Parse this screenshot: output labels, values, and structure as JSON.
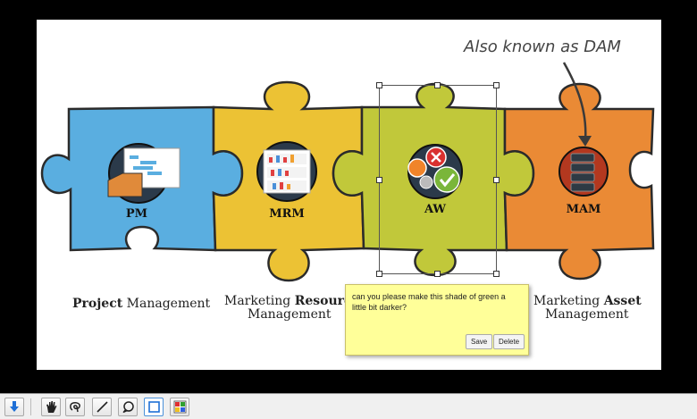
{
  "slide": {
    "annotation_text": "Also known as DAM",
    "pieces": [
      {
        "abbr": "PM",
        "color": "#5aaee0"
      },
      {
        "abbr": "MRM",
        "color": "#ecc234"
      },
      {
        "abbr": "AW",
        "color": "#c1c83a"
      },
      {
        "abbr": "MAM",
        "color": "#ea8a35"
      }
    ],
    "captions": {
      "pm": {
        "bold": "Project",
        "rest": " Management"
      },
      "mrm": {
        "line1_plain": "Marketing ",
        "line1_bold": "Resourc",
        "line2": "Management"
      },
      "mam": {
        "line1_plain": "Marketing ",
        "line1_bold": "Asset",
        "line2": "Management"
      }
    }
  },
  "note": {
    "text": "can you please make this shade of green a little bit darker?",
    "save_label": "Save",
    "delete_label": "Delete"
  },
  "toolbar": {
    "tools": [
      "download-icon",
      "hand-icon",
      "lasso-icon",
      "line-icon",
      "speech-bubble-icon",
      "rectangle-icon",
      "color-palette-icon"
    ],
    "active_tool": "rectangle-icon"
  }
}
